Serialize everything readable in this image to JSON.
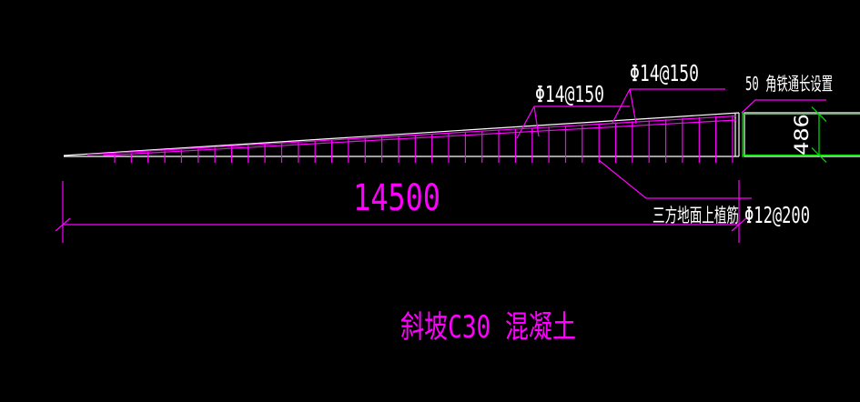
{
  "drawing": {
    "title": "斜坡C30 混凝土",
    "annotations": {
      "rebar_label_1": "Φ14@150",
      "rebar_label_2": "Φ14@150",
      "angle_iron_note": "50 角铁通长设置",
      "planted_rebar_note": "三方地面上植筋",
      "planted_rebar_spec": "Φ12@200"
    },
    "dimensions": {
      "overall_length": "14500",
      "end_height": "486"
    },
    "colors": {
      "background": "#000000",
      "outline": "#ffffff",
      "rebar_and_dimension_lines": "#ff00ff",
      "height_dimension_lines": "#00e400"
    }
  }
}
